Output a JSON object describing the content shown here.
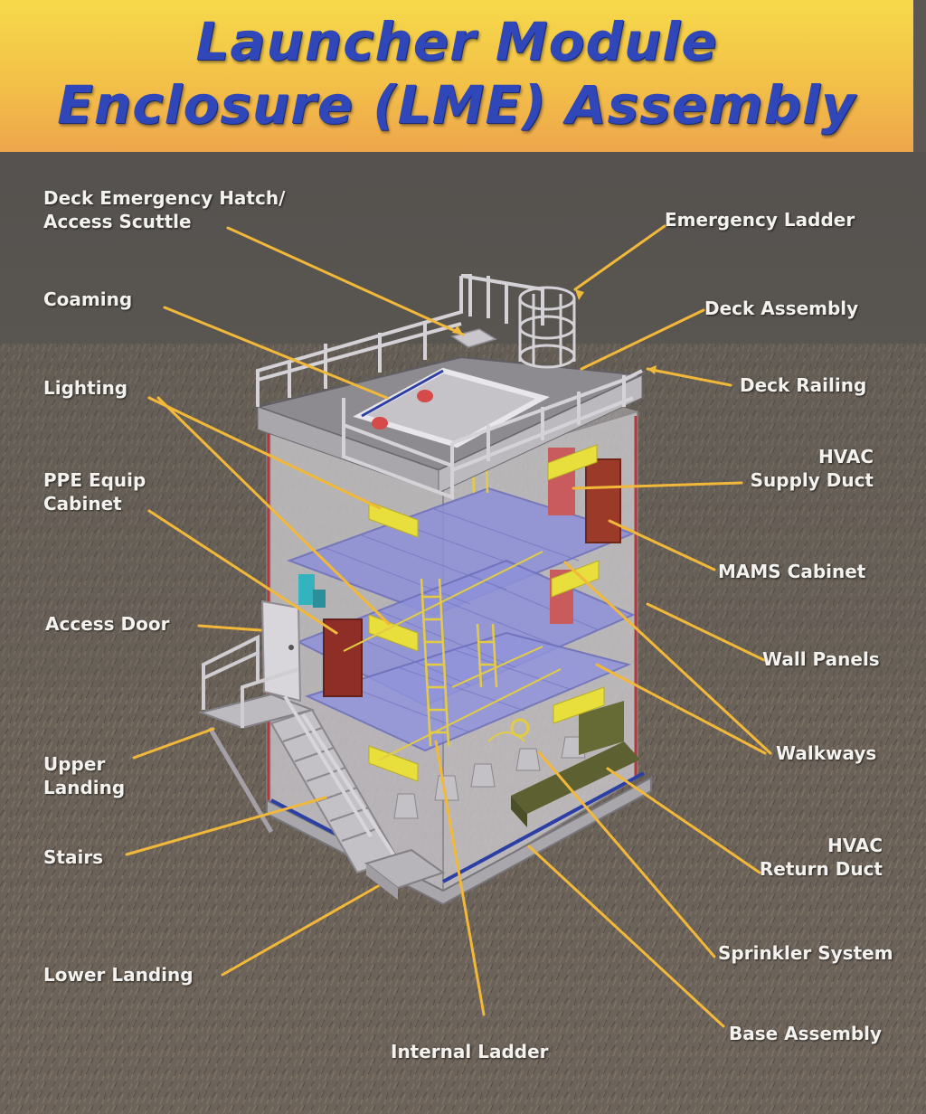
{
  "title": {
    "line1": "Launcher Module",
    "line2": "Enclosure (LME) Assembly"
  },
  "colors": {
    "title_text": "#2f47b8",
    "title_band": "#f3c048",
    "leader_line": "#f1b83a",
    "label_text": "#f4f2ef",
    "ground": "#6a625a"
  },
  "labels": {
    "deck_emergency_hatch": "Deck Emergency Hatch/\nAccess Scuttle",
    "coaming": "Coaming",
    "lighting": "Lighting",
    "ppe_equip_cabinet": "PPE Equip\nCabinet",
    "access_door": "Access Door",
    "upper_landing": "Upper\nLanding",
    "stairs": "Stairs",
    "lower_landing": "Lower Landing",
    "internal_ladder": "Internal Ladder",
    "emergency_ladder": "Emergency Ladder",
    "deck_assembly": "Deck Assembly",
    "deck_railing": "Deck Railing",
    "hvac_supply_duct": "HVAC\nSupply Duct",
    "mams_cabinet": "MAMS Cabinet",
    "wall_panels": "Wall Panels",
    "walkways": "Walkways",
    "hvac_return_duct": "HVAC\nReturn Duct",
    "sprinkler_system": "Sprinkler System",
    "base_assembly": "Base Assembly"
  }
}
